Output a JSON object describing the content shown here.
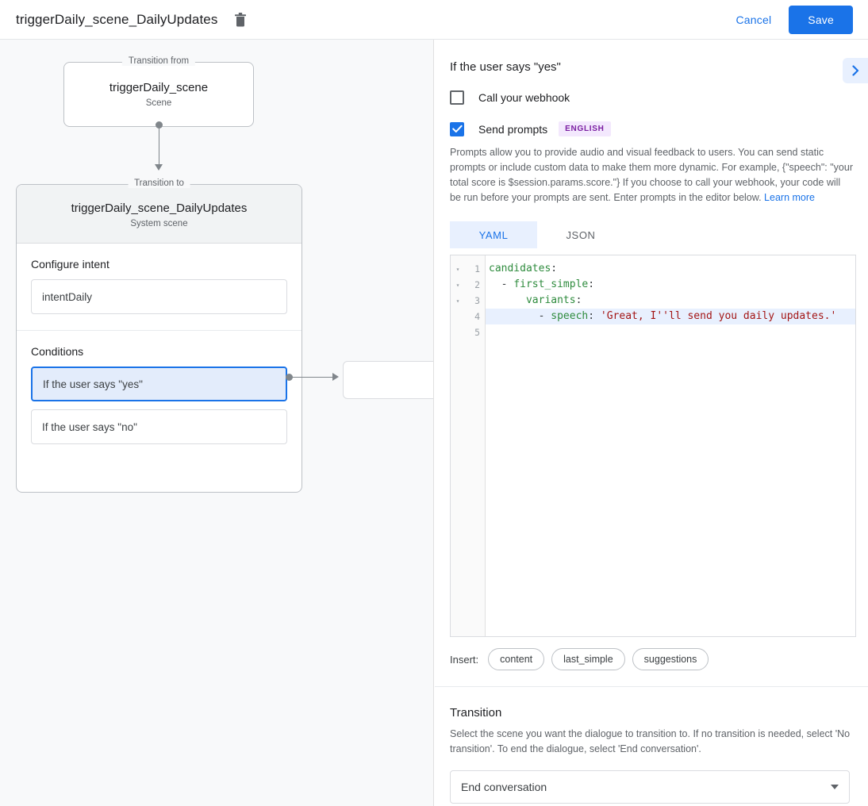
{
  "topbar": {
    "title": "triggerDaily_scene_DailyUpdates",
    "delete_icon": "trash-icon",
    "cancel_label": "Cancel",
    "save_label": "Save"
  },
  "canvas": {
    "from_node": {
      "legend": "Transition from",
      "title": "triggerDaily_scene",
      "subtitle": "Scene"
    },
    "to_node": {
      "legend": "Transition to",
      "title": "triggerDaily_scene_DailyUpdates",
      "subtitle": "System scene",
      "intent_section_label": "Configure intent",
      "intent_value": "intentDaily",
      "conditions_label": "Conditions",
      "conditions": [
        {
          "label": "If the user says \"yes\"",
          "selected": true
        },
        {
          "label": "If the user says \"no\"",
          "selected": false
        }
      ]
    }
  },
  "panel": {
    "title": "If the user says \"yes\"",
    "expand_icon": "chevron-right-icon",
    "webhook": {
      "label": "Call your webhook",
      "checked": false
    },
    "prompts": {
      "label": "Send prompts",
      "checked": true,
      "language_badge": "ENGLISH",
      "description": "Prompts allow you to provide audio and visual feedback to users. You can send static prompts or include custom data to make them more dynamic. For example, {\"speech\": \"your total score is $session.params.score.\"} If you choose to call your webhook, your code will be run before your prompts are sent. Enter prompts in the editor below. ",
      "learn_more": "Learn more"
    },
    "editor": {
      "tabs": [
        {
          "label": "YAML",
          "active": true
        },
        {
          "label": "JSON",
          "active": false
        }
      ],
      "lines": [
        {
          "num": "1",
          "fold": "▾",
          "highlighted": false,
          "tokens": [
            {
              "t": "candidates",
              "c": "k"
            },
            {
              "t": ":",
              "c": "p"
            }
          ]
        },
        {
          "num": "2",
          "fold": "▾",
          "highlighted": false,
          "tokens": [
            {
              "t": "  - ",
              "c": "p"
            },
            {
              "t": "first_simple",
              "c": "k"
            },
            {
              "t": ":",
              "c": "p"
            }
          ]
        },
        {
          "num": "3",
          "fold": "▾",
          "highlighted": false,
          "tokens": [
            {
              "t": "      ",
              "c": "p"
            },
            {
              "t": "variants",
              "c": "k"
            },
            {
              "t": ":",
              "c": "p"
            }
          ]
        },
        {
          "num": "4",
          "fold": "",
          "highlighted": true,
          "tokens": [
            {
              "t": "        - ",
              "c": "p"
            },
            {
              "t": "speech",
              "c": "k"
            },
            {
              "t": ": ",
              "c": "p"
            },
            {
              "t": "'Great, I''ll send you daily updates.'",
              "c": "s"
            }
          ]
        },
        {
          "num": "5",
          "fold": "",
          "highlighted": false,
          "tokens": []
        }
      ],
      "raw_yaml": "candidates:\n  - first_simple:\n      variants:\n        - speech: 'Great, I''ll send you daily updates.'\n",
      "insert_label": "Insert:",
      "insert_chips": [
        "content",
        "last_simple",
        "suggestions"
      ]
    },
    "transition": {
      "title": "Transition",
      "description": "Select the scene you want the dialogue to transition to. If no transition is needed, select 'No transition'. To end the dialogue, select 'End conversation'.",
      "selected": "End conversation",
      "caret_icon": "caret-down-icon"
    }
  },
  "colors": {
    "accent": "#1a73e8",
    "canvas_bg": "#f8f9fa",
    "selected_condition_bg": "#e3ecfb",
    "badge_bg": "#f3e8fd",
    "badge_fg": "#7b1fa2",
    "yaml_key": "#2e8b3d",
    "yaml_string": "#a31515"
  }
}
